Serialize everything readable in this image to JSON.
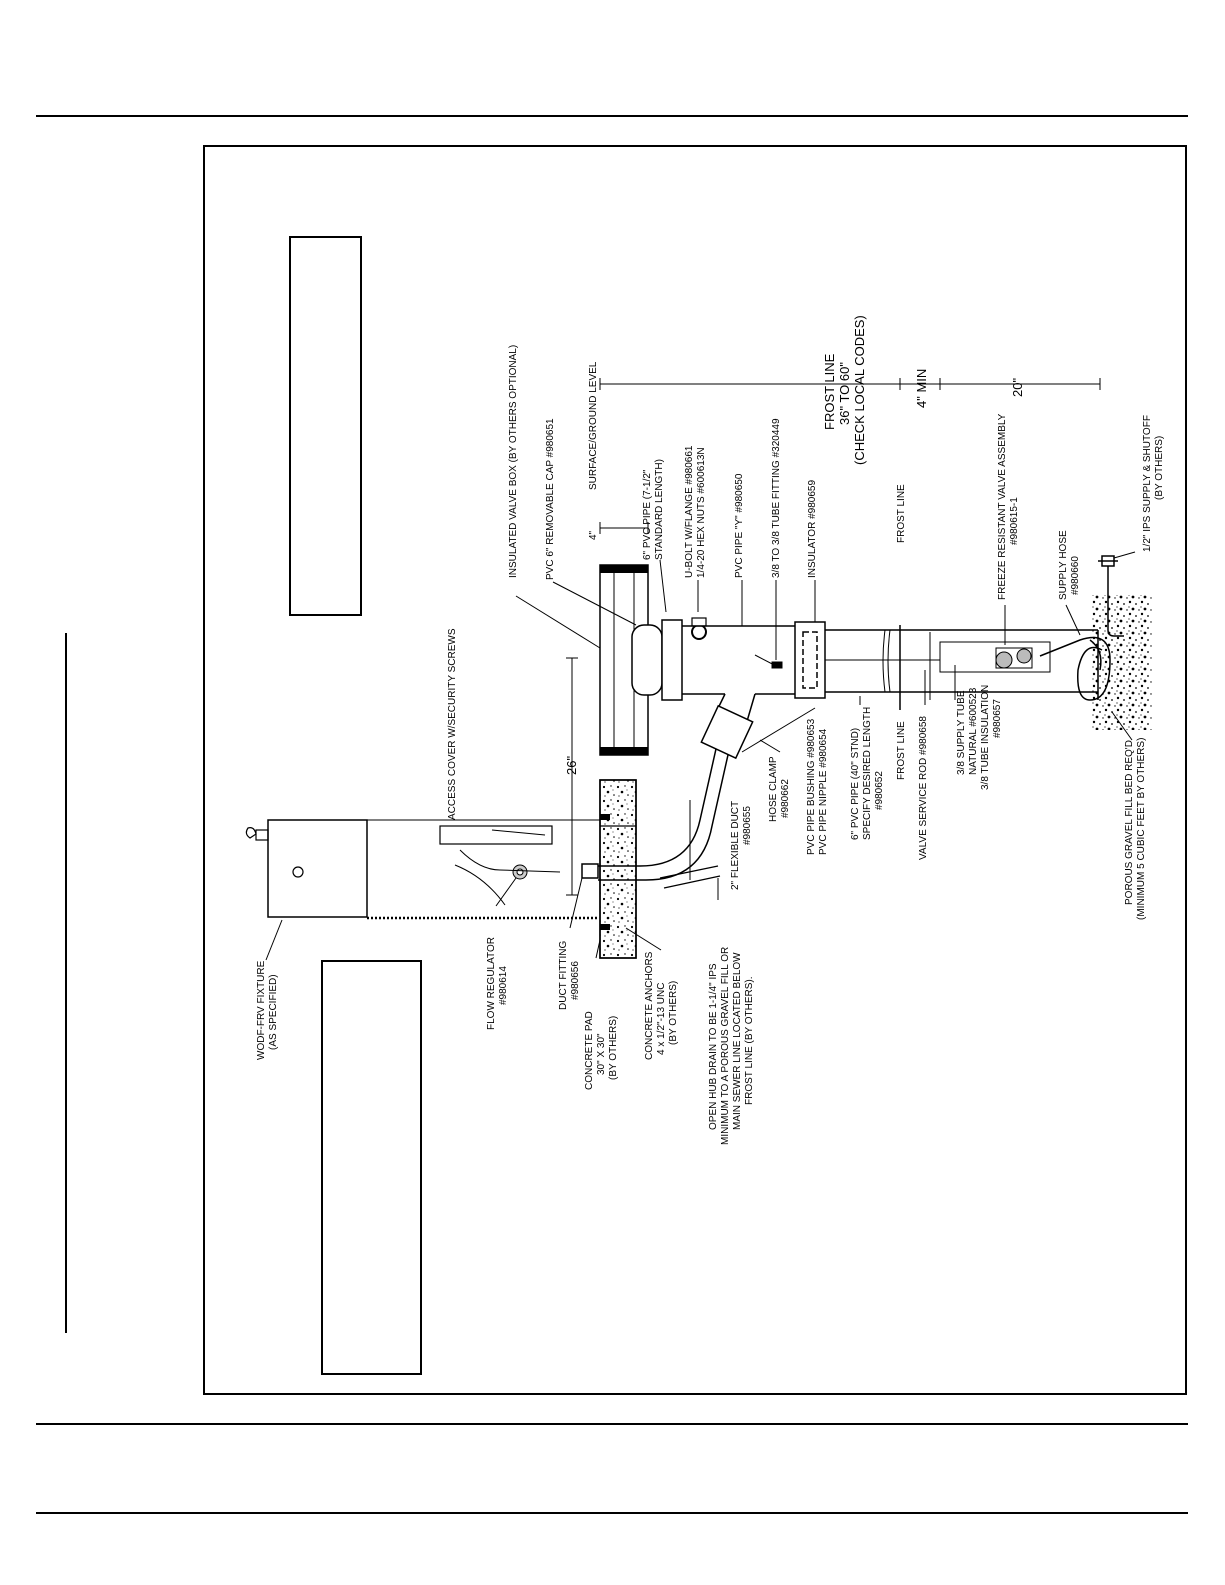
{
  "labels": {
    "insulated_valve_box": "INSULATED VALVE BOX (BY OTHERS OPTIONAL)",
    "access_cover": "ACCESS COVER W/SECURITY SCREWS",
    "pvc_cap": "PVC 6\" REMOVABLE CAP #980651",
    "pvc_pipe_1": "6\" PVC PIPE (7-1/2\"",
    "pvc_pipe_2": "STANDARD LENGTH)",
    "surface": "SURFACE/GROUND LEVEL",
    "dim_4": "4\"",
    "dim_26": "26\"",
    "ubolt_1": "U-BOLT W/FLANGE #980661",
    "ubolt_2": "1/4-20 HEX NUTS #600613N",
    "pvc_y": "PVC PIPE \"Y\" #980650",
    "tube_fitting": "3/8 TO 3/8 TUBE FITTING #320449",
    "insulator": "INSULATOR #980659",
    "frost_line_1": "FROST LINE",
    "frost_line_2": "36\" TO 60\"",
    "frost_line_3": "(CHECK LOCAL CODES)",
    "frost_line_mid": "FROST LINE",
    "dim_4min": "4\" MIN",
    "dim_20": "20\"",
    "frv_1": "FREEZE RESISTANT VALVE ASSEMBLY",
    "frv_2": "#980615-1",
    "supply_hose_1": "SUPPLY HOSE",
    "supply_hose_2": "#980660",
    "ips_1": "1/2\" IPS SUPPLY & SHUTOFF",
    "ips_2": "(BY OTHERS)",
    "gravel_1": "POROUS GRAVEL FILL BED REQ'D",
    "gravel_2": "(MINIMUM 5 CUBIC FEET BY OTHERS)",
    "supply_tube_1": "3/8 SUPPLY TUBE",
    "supply_tube_2": "NATURAL #600523",
    "supply_tube_3": "3/8 TUBE INSULATION",
    "supply_tube_4": "#980657",
    "valve_rod": "VALVE SERVICE ROD #980658",
    "frost_line_low": "FROST LINE",
    "pvc40_1": "6\" PVC PIPE (40\" STND)",
    "pvc40_2": "SPECIFY DESIRED LENGTH",
    "pvc40_3": "#980652",
    "bushing_1": "PVC PIPE BUSHING #980653",
    "bushing_2": "PVC PIPE NIPPLE #980654",
    "hose_clamp_1": "HOSE CLAMP",
    "hose_clamp_2": "#980662",
    "flex_duct_1": "2\" FLEXIBLE DUCT",
    "flex_duct_2": "#980655",
    "drain_1": "OPEN HUB DRAIN TO BE 1-1/4\" IPS",
    "drain_2": "MINIMUM TO A POROUS GRAVEL FILL OR",
    "drain_3": "MAIN SEWER LINE LOCATED BELOW",
    "drain_4": "FROST LINE (BY OTHERS).",
    "anchors_1": "CONCRETE ANCHORS",
    "anchors_2": "4 x 1/2\"-13 UNC",
    "anchors_3": "(BY OTHERS)",
    "pad_1": "CONCRETE PAD",
    "pad_2": "30\" X 30\"",
    "pad_3": "(BY OTHERS)",
    "duct_fitting_1": "DUCT FITTING",
    "duct_fitting_2": "#980656",
    "flow_reg_1": "FLOW REGULATOR",
    "flow_reg_2": "#980614",
    "fixture_1": "WODF-FRV FIXTURE",
    "fixture_2": "(AS SPECIFIED)"
  }
}
